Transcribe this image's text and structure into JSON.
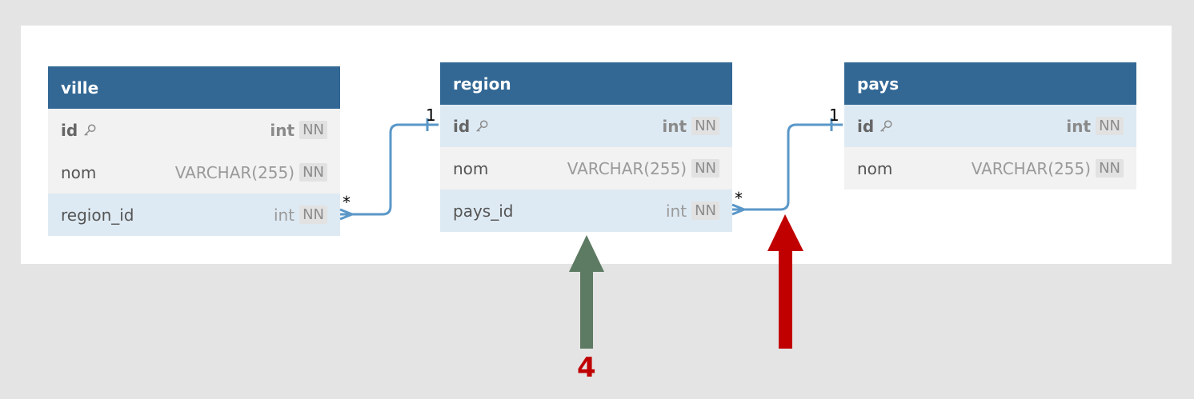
{
  "tables": [
    {
      "name": "ville",
      "columns": [
        {
          "name": "id",
          "type": "int",
          "constraint": "NN",
          "pk": true
        },
        {
          "name": "nom",
          "type": "VARCHAR(255)",
          "constraint": "NN",
          "pk": false
        },
        {
          "name": "region_id",
          "type": "int",
          "constraint": "NN",
          "pk": false
        }
      ]
    },
    {
      "name": "region",
      "columns": [
        {
          "name": "id",
          "type": "int",
          "constraint": "NN",
          "pk": true
        },
        {
          "name": "nom",
          "type": "VARCHAR(255)",
          "constraint": "NN",
          "pk": false
        },
        {
          "name": "pays_id",
          "type": "int",
          "constraint": "NN",
          "pk": false
        }
      ]
    },
    {
      "name": "pays",
      "columns": [
        {
          "name": "id",
          "type": "int",
          "constraint": "NN",
          "pk": true
        },
        {
          "name": "nom",
          "type": "VARCHAR(255)",
          "constraint": "NN",
          "pk": false
        }
      ]
    }
  ],
  "relations": [
    {
      "from": "ville.region_id",
      "to": "region.id",
      "from_card": "*",
      "to_card": "1"
    },
    {
      "from": "region.pays_id",
      "to": "pays.id",
      "from_card": "*",
      "to_card": "1"
    }
  ],
  "annotations": {
    "green_arrow_label": "4",
    "green_color": "#5d7a63",
    "red_color": "#c00000"
  },
  "colors": {
    "header": "#336895",
    "link": "#5a97c8"
  }
}
